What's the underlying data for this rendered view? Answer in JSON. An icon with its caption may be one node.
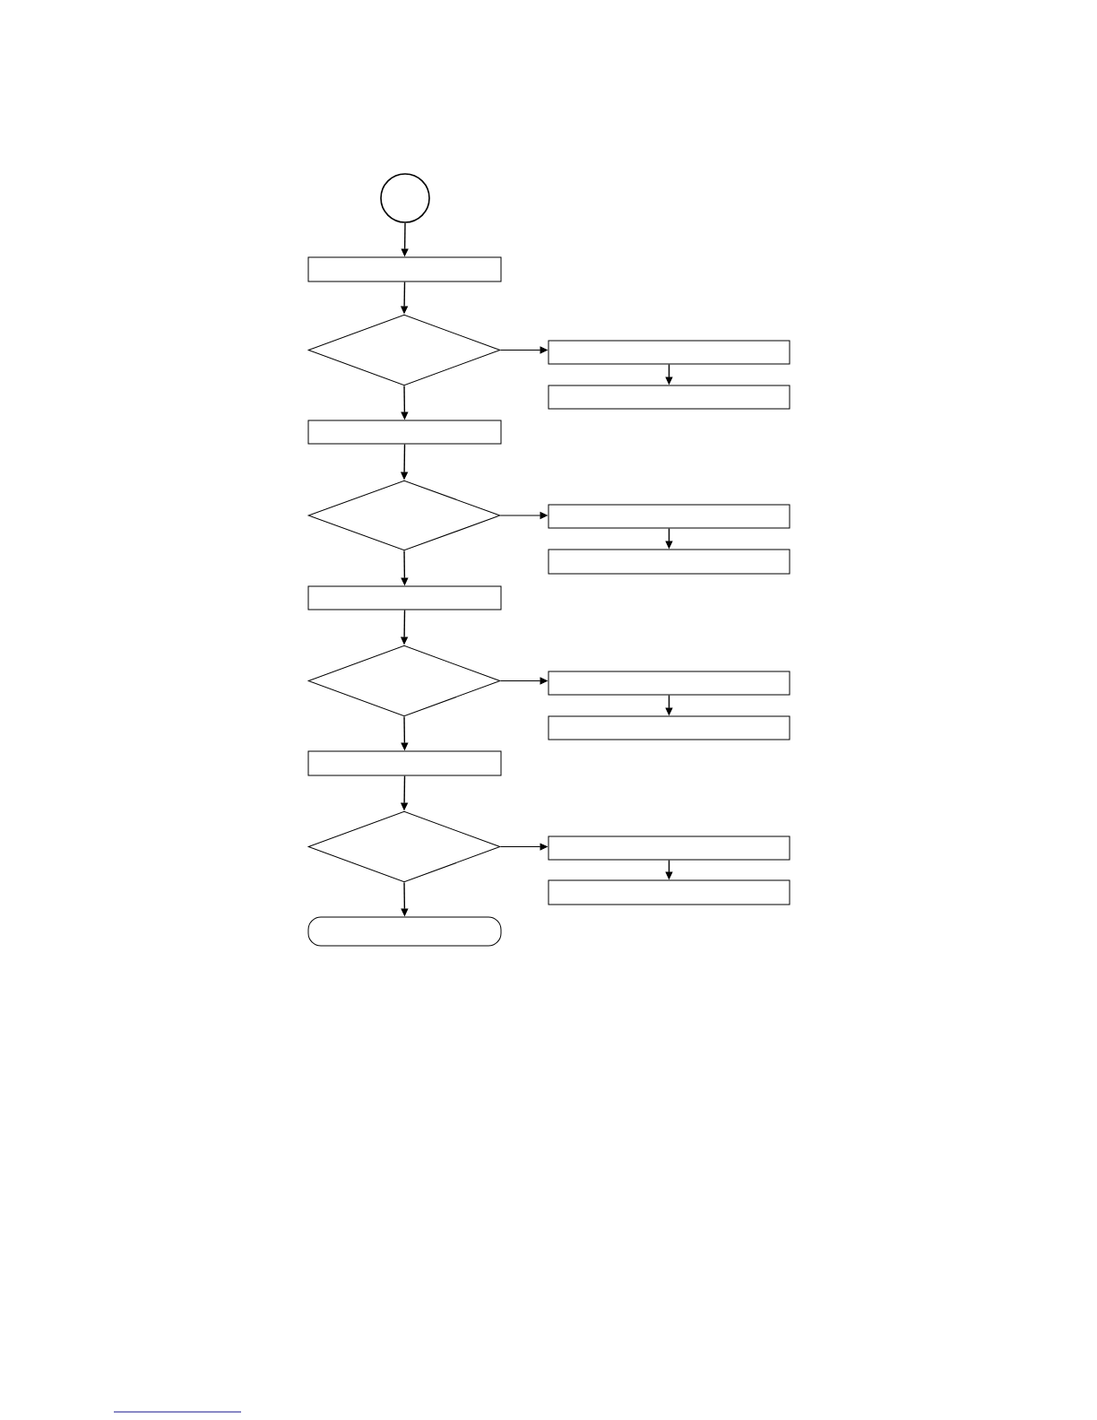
{
  "diagram": {
    "nodes": [
      {
        "text": [],
        "shape": "circle"
      },
      {
        "text": [],
        "shape": "box"
      },
      {
        "text": [],
        "shape": "diamond"
      },
      {
        "text": [],
        "shape": "box"
      },
      {
        "text": [],
        "shape": "box"
      },
      {
        "text": [],
        "shape": "box"
      },
      {
        "text": [],
        "shape": "diamond"
      },
      {
        "text": [],
        "shape": "box"
      },
      {
        "text": [],
        "shape": "box"
      },
      {
        "text": [],
        "shape": "box"
      },
      {
        "text": [],
        "shape": "diamond"
      },
      {
        "text": [],
        "shape": "box"
      },
      {
        "text": [],
        "shape": "box"
      },
      {
        "text": [],
        "shape": "box"
      },
      {
        "text": [],
        "shape": "diamond"
      },
      {
        "text": [],
        "shape": "box"
      },
      {
        "text": [],
        "shape": "box"
      },
      {
        "text": [],
        "shape": "box"
      }
    ],
    "edges": [
      {
        "from": 0,
        "to": 1,
        "arrow": "to"
      },
      {
        "from": 1,
        "to": 2,
        "arrow": "to"
      },
      {
        "from": 2,
        "to": 3,
        "arrow": "to"
      },
      {
        "from": 3,
        "to": 4,
        "arrow": "to"
      },
      {
        "from": 2,
        "to": 5,
        "arrow": "to"
      },
      {
        "from": 5,
        "to": 6,
        "arrow": "to"
      },
      {
        "from": 6,
        "to": 7,
        "arrow": "to"
      },
      {
        "from": 7,
        "to": 8,
        "arrow": "to"
      },
      {
        "from": 6,
        "to": 9,
        "arrow": "to"
      },
      {
        "from": 9,
        "to": 10,
        "arrow": "to"
      },
      {
        "from": 10,
        "to": 11,
        "arrow": "to"
      },
      {
        "from": 11,
        "to": 12,
        "arrow": "to"
      },
      {
        "from": 10,
        "to": 13,
        "arrow": "to"
      },
      {
        "from": 13,
        "to": 14,
        "arrow": "to"
      },
      {
        "from": 14,
        "to": 15,
        "arrow": "to"
      },
      {
        "from": 15,
        "to": 16,
        "arrow": "to"
      },
      {
        "from": 14,
        "to": 17,
        "arrow": "to"
      }
    ]
  }
}
